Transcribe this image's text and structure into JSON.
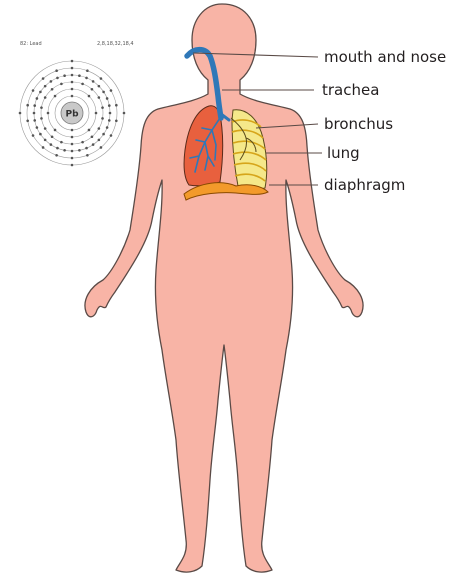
{
  "labels": {
    "mouth_and_nose": "mouth and nose",
    "trachea": "trachea",
    "bronchus": "bronchus",
    "lung": "lung",
    "diaphragm": "diaphragm"
  },
  "atom": {
    "header_left": "82: Lead",
    "header_right": "2,8,18,32,18,4",
    "symbol": "Pb",
    "shells": [
      2,
      8,
      18,
      32,
      18,
      4
    ]
  },
  "colors": {
    "skin": "#f8b4a6",
    "skin_outline": "#5a4a46",
    "trachea": "#2f78b8",
    "lung_left": "#e8603e",
    "lung_right": "#f5e88a",
    "diaphragm": "#f39a2b",
    "electron": "#555555"
  }
}
